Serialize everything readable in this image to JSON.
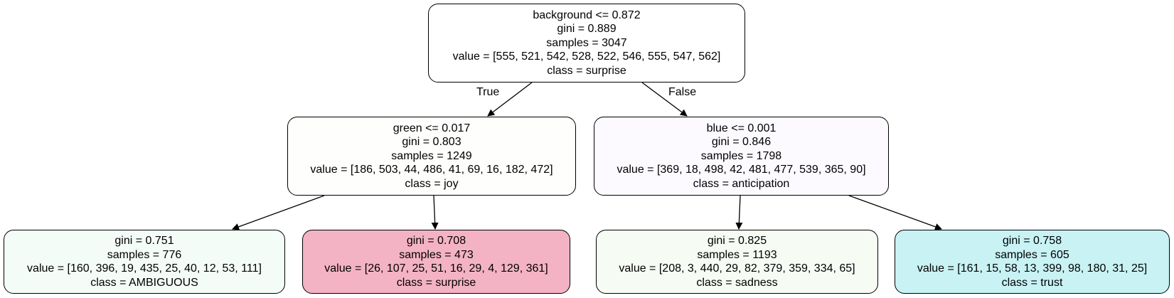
{
  "nodes": {
    "root": {
      "condition": "background <= 0.872",
      "gini": "gini = 0.889",
      "samples": "samples = 3047",
      "value": "value = [555, 521, 542, 528, 522, 546, 555, 547, 562]",
      "class": "class = surprise",
      "fill": "#ffffff"
    },
    "left": {
      "condition": "green <= 0.017",
      "gini": "gini = 0.803",
      "samples": "samples = 1249",
      "value": "value = [186, 503, 44, 486, 41, 69, 16, 182, 472]",
      "class": "class = joy",
      "fill": "#fefefc"
    },
    "right": {
      "condition": "blue <= 0.001",
      "gini": "gini = 0.846",
      "samples": "samples = 1798",
      "value": "value = [369, 18, 498, 42, 481, 477, 539, 365, 90]",
      "class": "class = anticipation",
      "fill": "#fcfafe"
    },
    "leaf_ll": {
      "gini": "gini = 0.751",
      "samples": "samples = 776",
      "value": "value = [160, 396, 19, 435, 25, 40, 12, 53, 111]",
      "class": "class = AMBIGUOUS",
      "fill": "#f4fcf8"
    },
    "leaf_lr": {
      "gini": "gini = 0.708",
      "samples": "samples = 473",
      "value": "value = [26, 107, 25, 51, 16, 29, 4, 129, 361]",
      "class": "class = surprise",
      "fill": "#f4b3c4"
    },
    "leaf_rl": {
      "gini": "gini = 0.825",
      "samples": "samples = 1193",
      "value": "value = [208, 3, 440, 29, 82, 379, 359, 334, 65]",
      "class": "class = sadness",
      "fill": "#f6fbf4"
    },
    "leaf_rr": {
      "gini": "gini = 0.758",
      "samples": "samples = 605",
      "value": "value = [161, 15, 58, 13, 399, 98, 180, 31, 25]",
      "class": "class = trust",
      "fill": "#c8f2f4"
    }
  },
  "edges": {
    "true_label": "True",
    "false_label": "False"
  }
}
